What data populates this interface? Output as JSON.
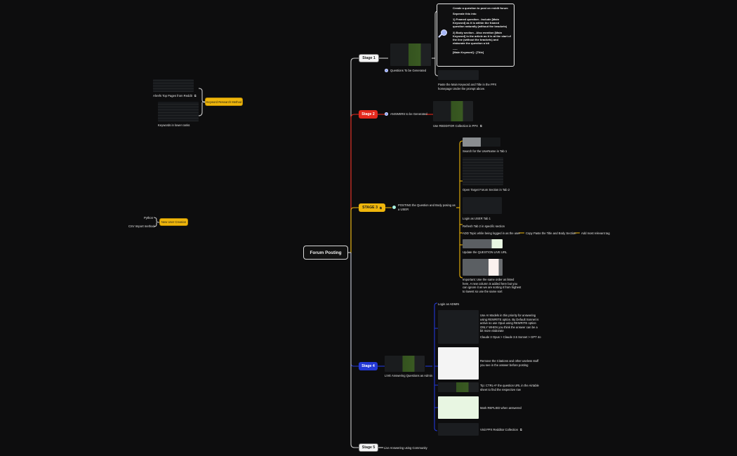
{
  "root": {
    "label": "Forum Posting"
  },
  "colors": {
    "background": "#0d0d0e",
    "stage_white": "#f4f4f4",
    "stage_red": "#e4291d",
    "stage_yellow": "#efb60c",
    "stage_blue": "#2338d5",
    "connector_gray": "#c8c8c8"
  },
  "left_branches": {
    "keyword_research": {
      "label": "Keyword Research Method",
      "items": [
        {
          "label": "Ahrefs Top Pages from Reddit",
          "icon": "external-link-icon"
        },
        {
          "label": "Keywords in lower ranks"
        }
      ]
    },
    "new_user_creation": {
      "label": "New User Creation",
      "items": [
        {
          "label": "Python"
        },
        {
          "label": "CSV Import method"
        }
      ]
    }
  },
  "stages": {
    "stage1": {
      "label": "Stage 1",
      "topic": "Questions To be Generated",
      "prompt_card": [
        "Create a question to post on reddit forum",
        "Seperate this into",
        "1) Framed question - Include [Main Keyword] as it is within the framed question naturally (without the brackets)",
        "2) Body section - Also mention [Main Keyword] in the article as it is at the start of the line (without the brackets) and elaborate the question a bit",
        "-----",
        "[Main Keyword] : [Title]"
      ],
      "paste_note": "Paste the Main Keyword and Title in the PPX homepage Under the prompt above."
    },
    "stage2": {
      "label": "Stage 2",
      "topic": "ANSWERS to be Generated",
      "link_note": "Use REDDITOR Collection in PPX"
    },
    "stage3": {
      "label": "STAGE 3",
      "topic": "POSTING the Question and Body posing as a USER",
      "steps": [
        "Search for the UserName in Tab 1",
        "Open Target Forum Section in Tab 2",
        "Login as USER Tab 1",
        "Refresh Tab 2 in specific section",
        "ADD Topic while being logged in as the user",
        "Update the QUESTION LIVE URL",
        "Important: Use the same order as listed here. A new column is added here but you can ignore it as we are sorting it from highest to lowest so use the same sort"
      ],
      "add_topic_chain": [
        "Copy Paste the Title and Body Section",
        "Add most relevant tag"
      ]
    },
    "stage4": {
      "label": "Stage 4",
      "topic": "LIVE Answering Questions as Admin",
      "login": "Login as ADMIN",
      "steps": [
        "Use AI Models in this priority for answering using REWRITE option. By Default Sonnet is active so use Opus using REWRITE option ONLY WHEN you think the answer can be a bit more elaborate",
        "Claude 3 Opus > Claude 3.5 Sonnet > GPT 4o",
        "Remove the Citations and other useless stuff you see in the answer before posting",
        "Tip: CTRL+F the question URL in the Airtable sheet to find the respective row",
        "Mark REPLIED when answered",
        "Visit PPX Redditor Collection"
      ]
    },
    "stage5": {
      "label": "Stage 5",
      "topic": "Live Answering using Community"
    }
  }
}
